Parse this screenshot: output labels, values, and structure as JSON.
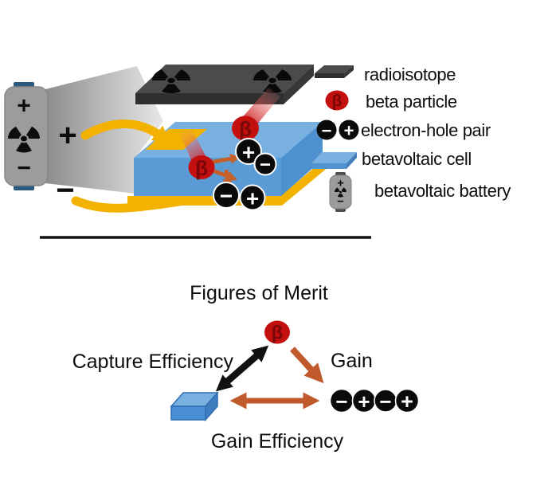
{
  "symbols": {
    "beta": "β",
    "plus": "+",
    "minus": "−"
  },
  "top_diagram": {
    "battery": {
      "plus": "+",
      "minus": "−"
    },
    "positive_terminal_label": "+",
    "negative_terminal_label": "−"
  },
  "legend": {
    "items": [
      {
        "icon": "radioisotope-slab-icon",
        "label": "radioisotope"
      },
      {
        "icon": "beta-particle-icon",
        "label": "beta particle"
      },
      {
        "icon": "electron-hole-pair-icon",
        "label": "electron-hole pair"
      },
      {
        "icon": "betavoltaic-cell-icon",
        "label": "betavoltaic cell"
      },
      {
        "icon": "betavoltaic-battery-icon",
        "label": "betavoltaic battery"
      }
    ]
  },
  "figures_of_merit": {
    "title": "Figures of  Merit",
    "edge_labels": {
      "capture": "Capture Efficiency",
      "gain": "Gain",
      "gain_efficiency": "Gain Efficiency"
    }
  },
  "colors": {
    "cell_blue_top": "#79b0e2",
    "cell_blue_front": "#5b9bd5",
    "isotope_gray_top": "#4b4b4b",
    "isotope_gray_front": "#2f2f2f",
    "beta_red": "#c40f0f",
    "beta_glyph_red": "#7a0808",
    "contact_yellow": "#f3b200",
    "arrow_brown": "#c05a2c",
    "battery_gray": "#9c9c9c",
    "battery_cap_blue": "#2a5a80",
    "pair_black": "#0a0a0a"
  }
}
